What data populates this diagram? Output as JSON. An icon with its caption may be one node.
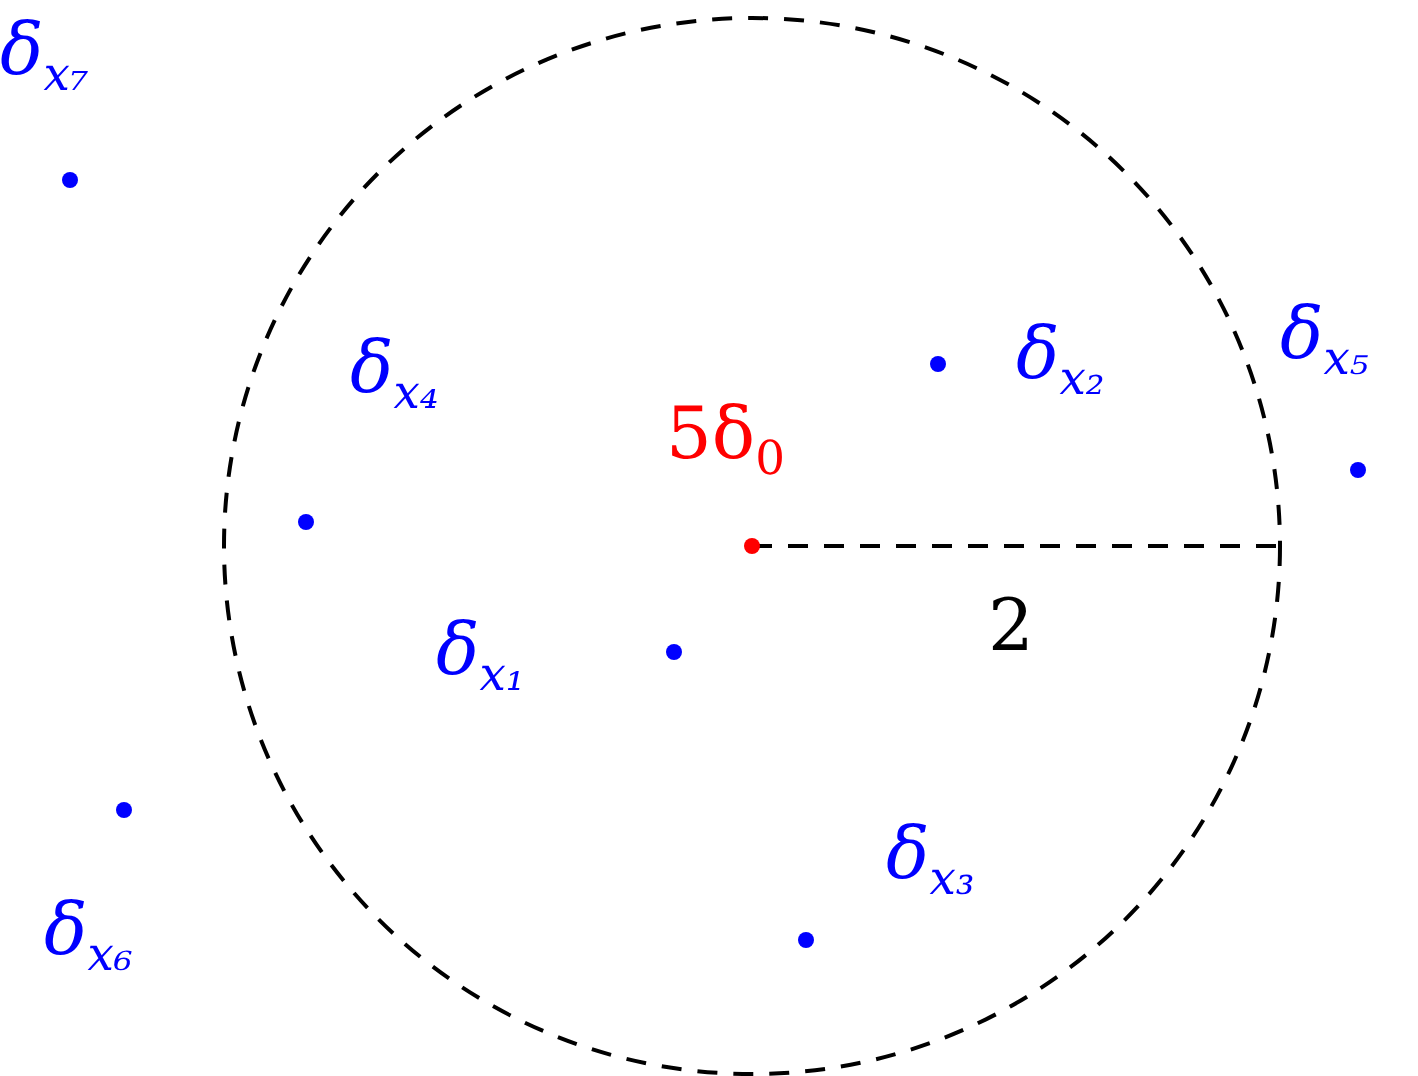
{
  "diagram": {
    "labels": [
      "δ$_{x₇}$",
      "δ$_{x₅}$",
      "δ$_{x₂}$",
      "δ$_{x₄}$",
      "5δ$_{0}$",
      "2",
      "δ$_{x₁}$",
      "δ$_{x₃}$",
      "δ$_{x₆}$"
    ]
  }
}
